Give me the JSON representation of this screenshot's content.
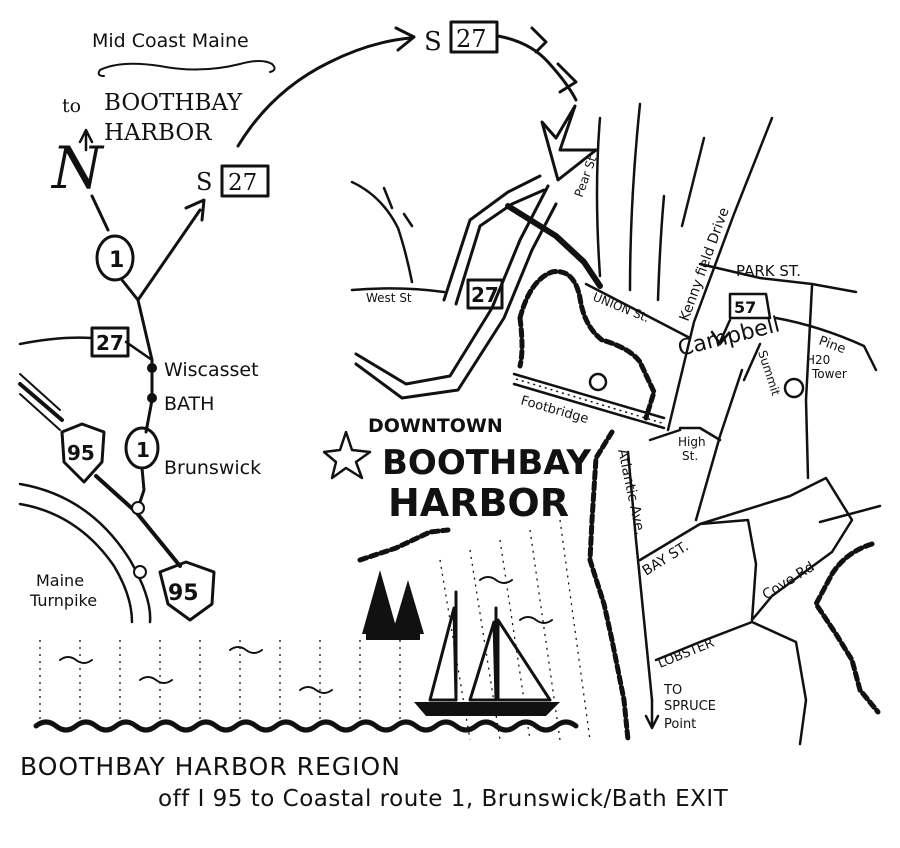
{
  "header": {
    "region_line": "Mid Coast Maine",
    "to": "to",
    "destination_line1": "BOOTHBAY",
    "destination_line2": "HARBOR",
    "north_glyph": "N"
  },
  "routes": {
    "s27_a_prefix": "S",
    "s27_a_number": "27",
    "s27_b_prefix": "S",
    "s27_b_number": "27",
    "route1_upper": "1",
    "route1_lower": "1",
    "route27_west": "27",
    "route27_town": "27",
    "i95_upper": "95",
    "i95_lower": "95",
    "route57": "57"
  },
  "places": {
    "wiscasset": "Wiscasset",
    "bath": "BATH",
    "brunswick": "Brunswick",
    "maine_turnpike_line1": "Maine",
    "maine_turnpike_line2": "Turnpike",
    "downtown": "DOWNTOWN",
    "boothbay": "BOOTHBAY",
    "harbor": "HARBOR",
    "spruce_line1": "TO",
    "spruce_line2": "SPRUCE",
    "spruce_line3": "Point",
    "h2o_tower_line1": "H20",
    "h2o_tower_line2": "Tower"
  },
  "streets": {
    "west_st": "West St",
    "pear_st": "Pear St",
    "union_st": "UNION St.",
    "kenny_field_drive": "Kenny field Drive",
    "park_st": "PARK ST.",
    "campbell": "Campbell",
    "pine": "Pine",
    "summit": "Summit",
    "footbridge": "Footbridge",
    "high_st_line1": "High",
    "high_st_line2": "St.",
    "atlantic_ave": "Atlantic Ave.",
    "bay_st": "BAY ST.",
    "cove_rd": "Cove Rd",
    "lobster": "LOBSTER"
  },
  "caption": {
    "title": "BOOTHBAY HARBOR REGION",
    "subtitle": "off I 95 to Coastal route 1, Brunswick/Bath EXIT"
  },
  "colors": {
    "ink": "#111111",
    "paper": "#ffffff"
  }
}
